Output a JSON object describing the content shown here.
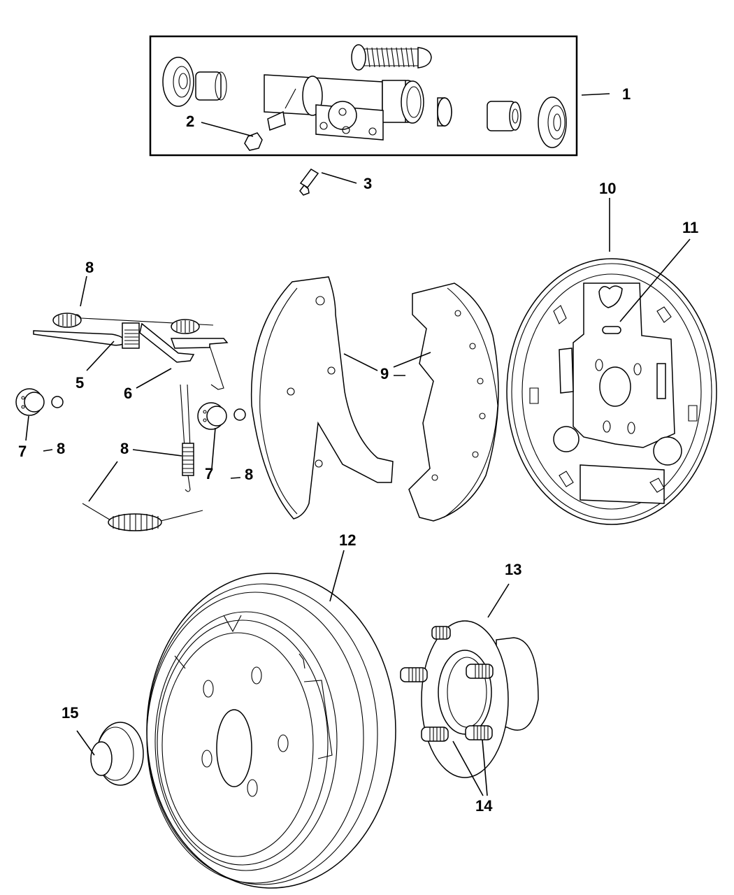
{
  "diagram": {
    "title": "Rear Drum Brake Assembly",
    "callouts": [
      {
        "id": "1",
        "label": "1",
        "part": "wheel-cylinder-kit"
      },
      {
        "id": "2",
        "label": "2",
        "part": "wheel-cylinder-bolt"
      },
      {
        "id": "3",
        "label": "3",
        "part": "bleeder-screw"
      },
      {
        "id": "5",
        "label": "5",
        "part": "adjuster-screw"
      },
      {
        "id": "6",
        "label": "6",
        "part": "adjuster-lever"
      },
      {
        "id": "7a",
        "label": "7",
        "part": "hold-down-kit"
      },
      {
        "id": "7b",
        "label": "7",
        "part": "hold-down-kit"
      },
      {
        "id": "8a",
        "label": "8",
        "part": "upper-return-spring"
      },
      {
        "id": "8b",
        "label": "8",
        "part": "hardware-kit"
      },
      {
        "id": "8c",
        "label": "8",
        "part": "adjuster-spring"
      },
      {
        "id": "8d",
        "label": "8",
        "part": "lower-return-spring"
      },
      {
        "id": "8e",
        "label": "8",
        "part": "hardware-kit"
      },
      {
        "id": "9",
        "label": "9",
        "part": "brake-shoes"
      },
      {
        "id": "10",
        "label": "10",
        "part": "backing-plate"
      },
      {
        "id": "11",
        "label": "11",
        "part": "plug"
      },
      {
        "id": "12",
        "label": "12",
        "part": "brake-drum"
      },
      {
        "id": "13",
        "label": "13",
        "part": "hub-and-bearing"
      },
      {
        "id": "14",
        "label": "14",
        "part": "wheel-studs"
      },
      {
        "id": "15",
        "label": "15",
        "part": "grease-cap"
      }
    ]
  }
}
